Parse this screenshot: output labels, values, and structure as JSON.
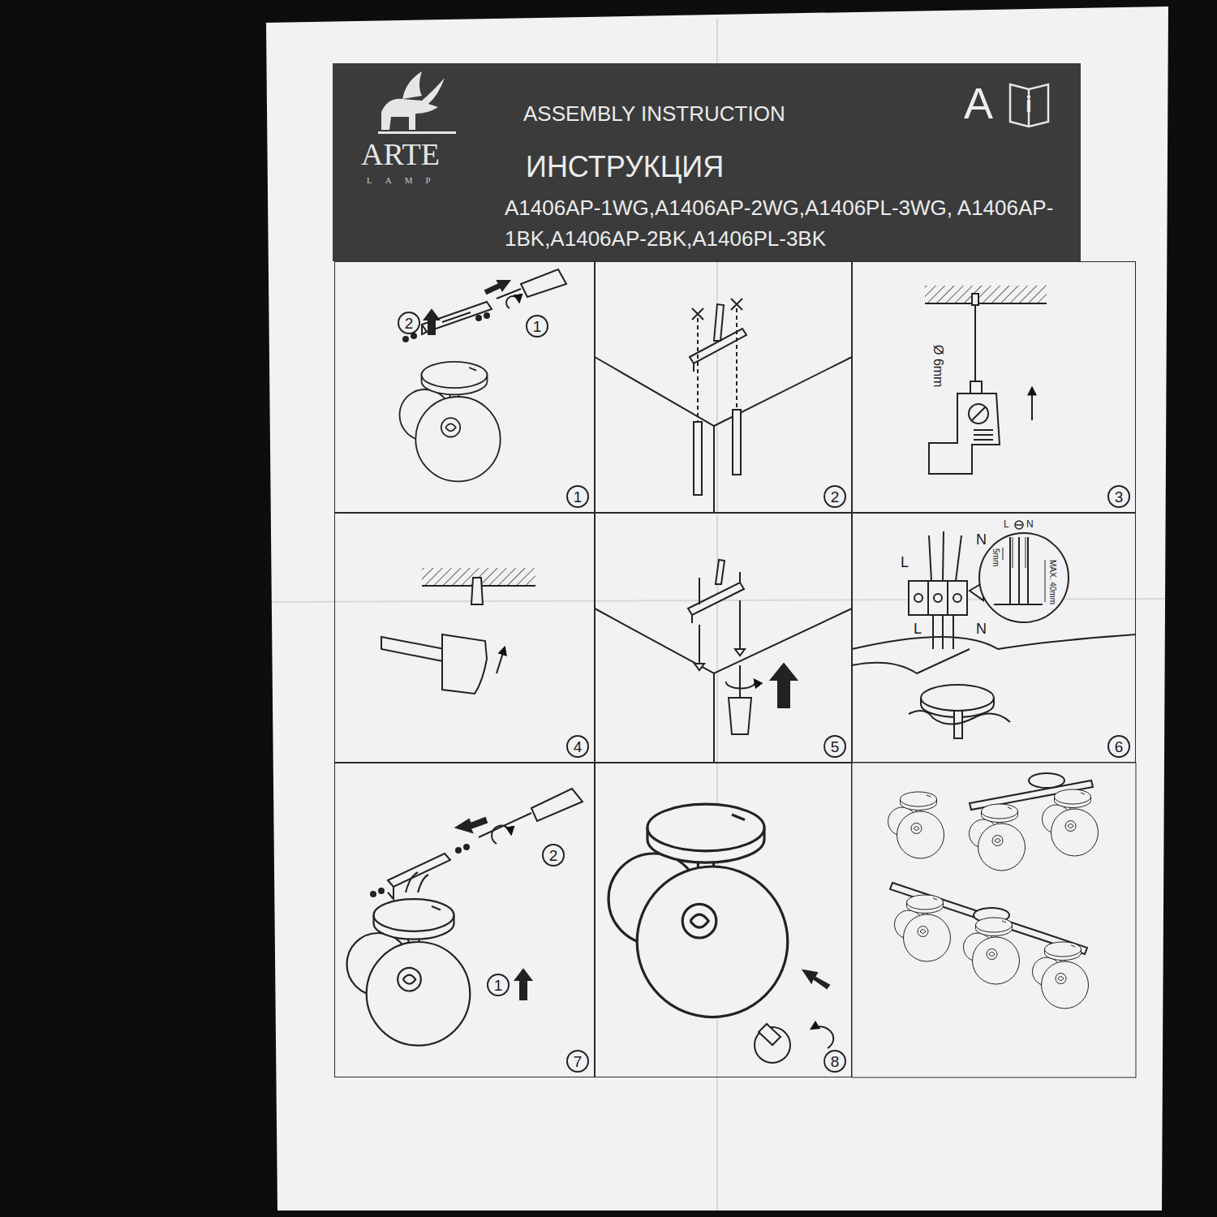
{
  "diagram": {
    "nodes": [
      {
        "text": [
          "ASSEMBLY INSTRUCTION",
          "ИНСТРУКЦИЯ",
          "A1406AP-1WG,A1406AP-2WG,A1406PL-3WG, A1406AP-1BK,A1406AP-2BK,A1406PL-3BK"
        ]
      },
      {
        "text": [
          "1"
        ]
      },
      {
        "text": [
          "2"
        ]
      },
      {
        "text": [
          "3"
        ]
      },
      {
        "text": [
          "4"
        ]
      },
      {
        "text": [
          "5"
        ]
      },
      {
        "text": [
          "6"
        ]
      },
      {
        "text": [
          "7"
        ]
      },
      {
        "text": [
          "8"
        ]
      }
    ],
    "labels": [
      "ARTE",
      "LAMP",
      "A",
      "i",
      "2",
      "1",
      "Ø 6mm",
      "L",
      "N",
      "L",
      "N",
      "L",
      "N",
      "5mm",
      "MAX. 40mm",
      "2",
      "1"
    ]
  }
}
